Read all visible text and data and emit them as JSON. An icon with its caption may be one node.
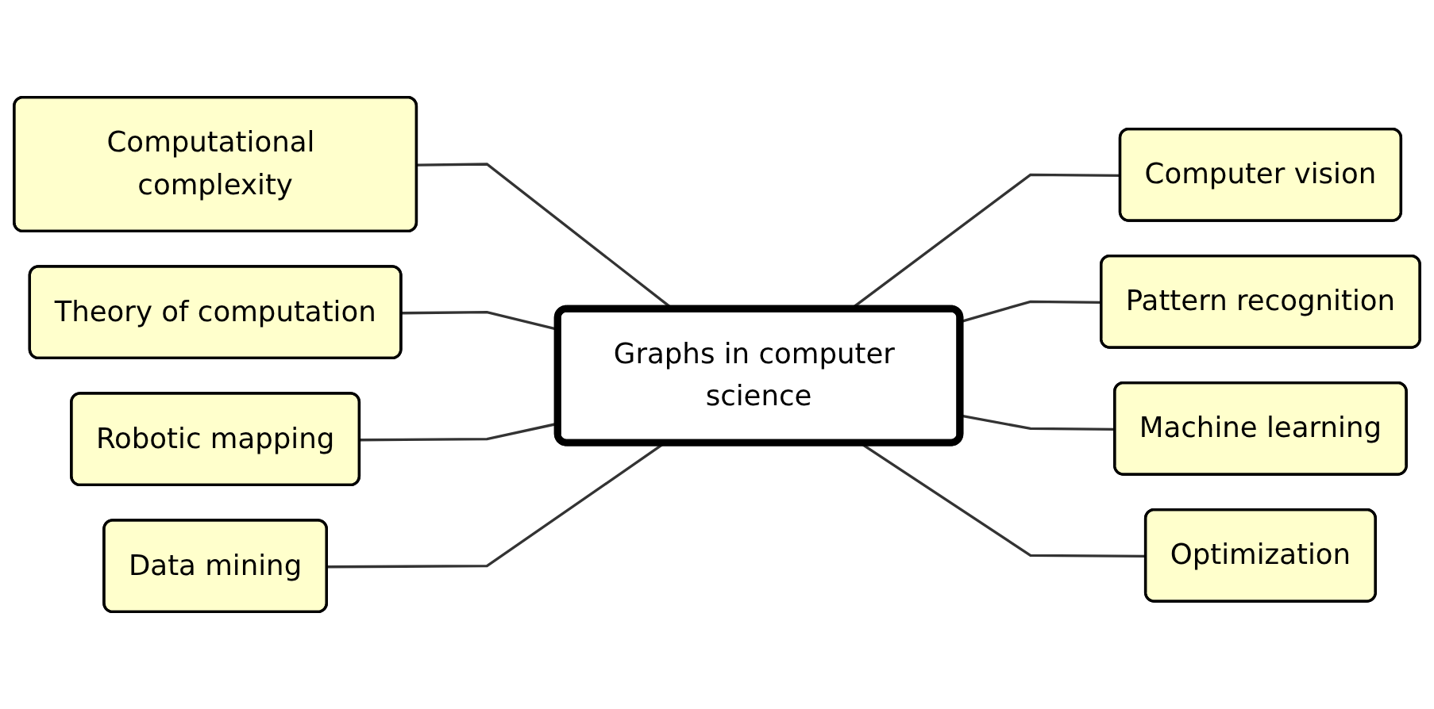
{
  "diagram": {
    "nodes": [
      {
        "text": [
          "Graphs in computer science"
        ]
      },
      {
        "text": [
          "Theory of computation"
        ]
      },
      {
        "text": [
          "Computational complexity"
        ]
      },
      {
        "text": [
          "Computer vision"
        ]
      },
      {
        "text": [
          "Robotic mapping"
        ]
      },
      {
        "text": [
          "Pattern recognition"
        ]
      },
      {
        "text": [
          "Data mining"
        ]
      },
      {
        "text": [
          "Machine learning"
        ]
      },
      {
        "text": [
          "Optimization"
        ]
      }
    ],
    "edges": [
      {
        "from": 2,
        "to": 0,
        "arrow": "none"
      },
      {
        "from": 1,
        "to": 0,
        "arrow": "none"
      },
      {
        "from": 4,
        "to": 0,
        "arrow": "none"
      },
      {
        "from": 6,
        "to": 0,
        "arrow": "none"
      },
      {
        "from": 0,
        "to": 3,
        "arrow": "none"
      },
      {
        "from": 0,
        "to": 5,
        "arrow": "none"
      },
      {
        "from": 0,
        "to": 7,
        "arrow": "none"
      },
      {
        "from": 0,
        "to": 8,
        "arrow": "none"
      }
    ]
  }
}
